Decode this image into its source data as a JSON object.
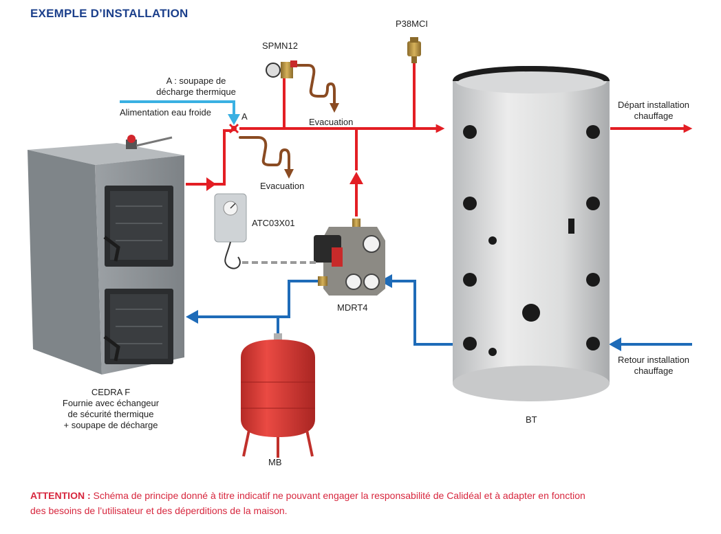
{
  "title": "EXEMPLE D’INSTALLATION",
  "colors": {
    "hot_pipe": "#e31e24",
    "cold_pipe": "#1e6bb8",
    "cold_water_feed": "#3ab0e2",
    "drain_pipe": "#8a4b22",
    "title": "#1b3f8b",
    "warning": "#d7263d",
    "boiler_body": "#8e9397",
    "tank_body": "#d9dadb",
    "expansion_vessel": "#d93a35"
  },
  "components": {
    "boiler": {
      "name": "CEDRA F",
      "description_lines": [
        "Fournie avec échangeur",
        "de sécurité thermique",
        "+ soupape de décharge"
      ]
    },
    "tank": {
      "name": "BT"
    },
    "expansion_vessel": {
      "name": "MB"
    },
    "pump_group": {
      "name": "MDRT4"
    },
    "thermostat": {
      "name": "ATC03X01"
    },
    "safety_valve": {
      "name": "SPMN12"
    },
    "air_vent": {
      "name": "P38MCI"
    }
  },
  "labels": {
    "valve_a_line1": "A : soupape de",
    "valve_a_line2": "décharge thermique",
    "valve_a_marker": "A",
    "cold_water_feed": "Alimentation eau froide",
    "drain_1": "Evacuation",
    "drain_2": "Evacuation",
    "heating_supply_line1": "Départ installation",
    "heating_supply_line2": "chauffage",
    "heating_return_line1": "Retour installation",
    "heating_return_line2": "chauffage"
  },
  "note": {
    "keyword": "ATTENTION :",
    "line1": " Schéma de principe donné à titre indicatif ne pouvant engager la responsabilité de Calidéal et à adapter en fonction",
    "line2": "des besoins de l’utilisateur et des déperditions de la maison."
  }
}
